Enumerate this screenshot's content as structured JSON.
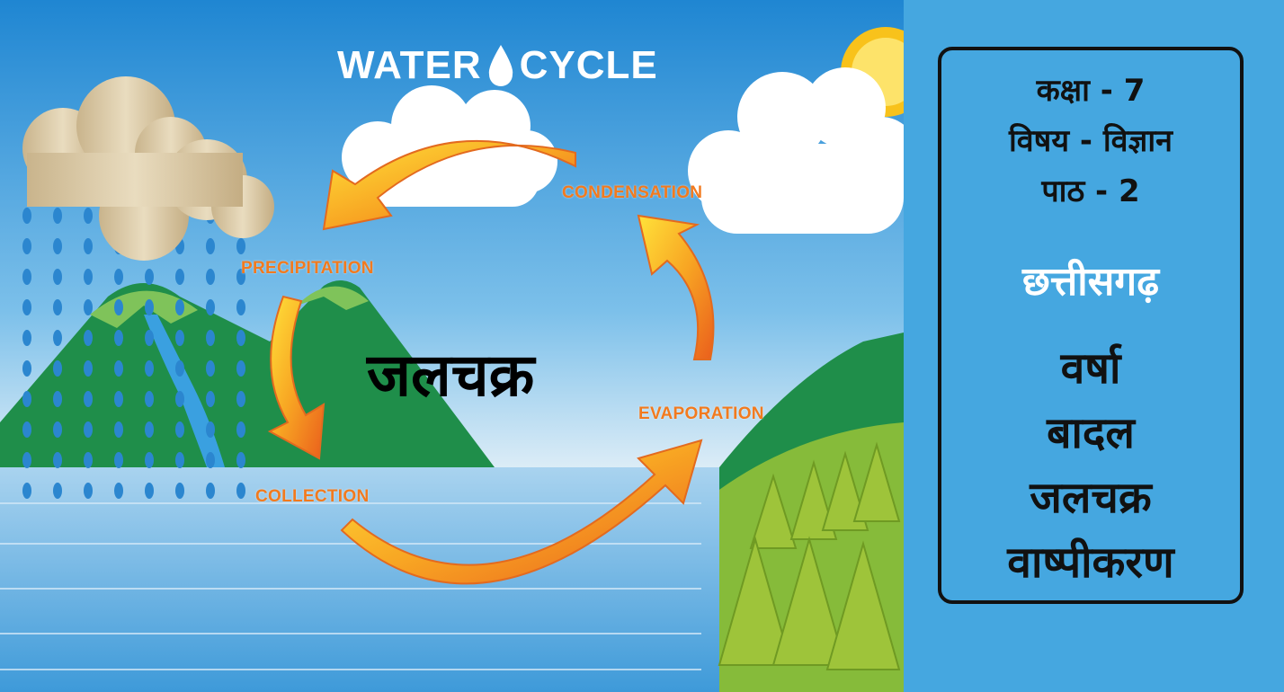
{
  "illustration": {
    "title_part1": "WATER",
    "title_part2": "CYCLE",
    "labels": {
      "condensation": "CONDENSATION",
      "precipitation": "PRECIPITATION",
      "evaporation": "EVAPORATION",
      "collection": "COLLECTION"
    },
    "center_word": "जलचक्र"
  },
  "panel": {
    "class_line": "कक्षा - 7",
    "subject_line": "विषय - विज्ञान",
    "lesson_line": "पाठ - 2",
    "state": "छत्तीसगढ़",
    "topics": [
      "वर्षा",
      "बादल",
      "जलचक्र",
      "वाष्पीकरण"
    ]
  },
  "colors": {
    "panel_bg": "#45a7e0",
    "label_orange": "#f27a1e",
    "state_text": "#ffffff"
  }
}
